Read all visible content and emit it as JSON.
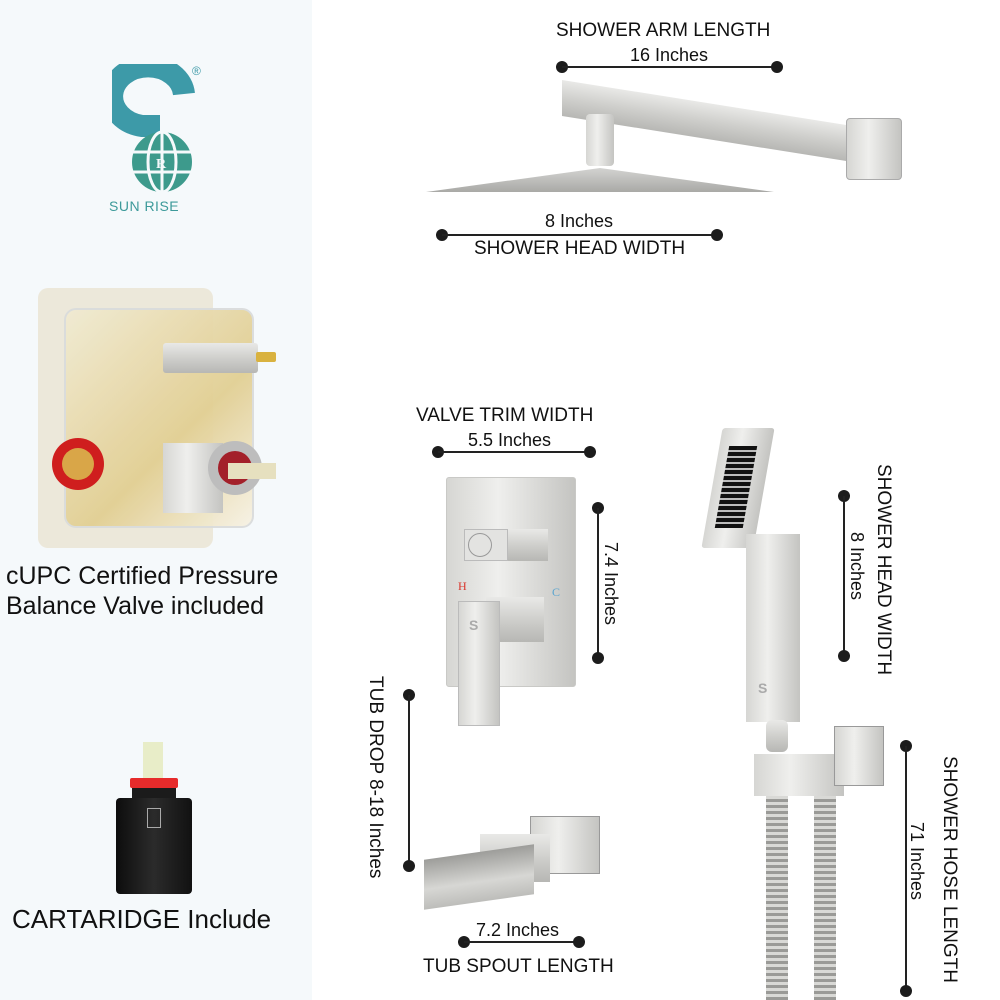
{
  "brand": {
    "name": "SUN RISE",
    "registered_mark": "®",
    "color": "#3d9a9a"
  },
  "features": [
    {
      "id": "valve",
      "caption_line1": "cUPC Certified Pressure",
      "caption_line2": "Balance Valve included"
    },
    {
      "id": "cartridge",
      "caption": "CARTARIDGE Include"
    }
  ],
  "dimensions": {
    "shower_arm": {
      "label": "SHOWER ARM LENGTH",
      "value": "16 Inches"
    },
    "rain_head": {
      "label": "SHOWER HEAD WIDTH",
      "value": "8 Inches"
    },
    "valve_trim_width": {
      "label": "VALVE TRIM WIDTH",
      "value": "5.5 Inches"
    },
    "valve_trim_height": {
      "value": "7.4 Inches"
    },
    "tub_drop": {
      "label": "TUB DROP 8-18 Inches"
    },
    "tub_spout": {
      "label": "TUB SPOUT LENGTH",
      "value": "7.2 Inches"
    },
    "hand_shower": {
      "label": "SHOWER HEAD WIDTH",
      "value": "8 Inches"
    },
    "hose": {
      "label": "SHOWER HOSE LENGTH",
      "value": "71 Inches"
    }
  },
  "valve_labels": {
    "hot": "H",
    "cold": "C"
  },
  "colors": {
    "left_panel_bg": "#f5f9fb",
    "hot": "#d9342b",
    "cold": "#5ba5cf",
    "metal": "#c9c9c6"
  }
}
